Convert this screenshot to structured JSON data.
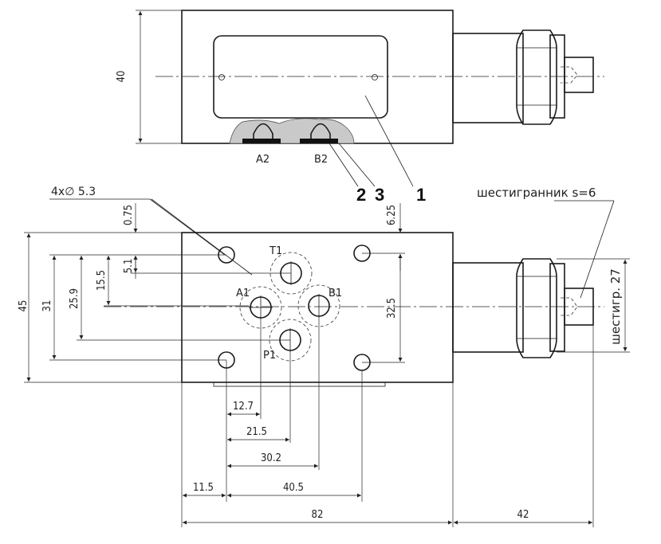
{
  "callouts": {
    "c1": "1",
    "c2": "2",
    "c3": "3"
  },
  "ports": {
    "a2": "A2",
    "b2": "B2",
    "a1": "A1",
    "b1": "B1",
    "t1": "T1",
    "p1": "P1"
  },
  "notes": {
    "holes": "4x∅ 5.3",
    "hex_s": "шестигранник s=6",
    "hex_27": "шестигр. 27"
  },
  "dims": {
    "h40": "40",
    "h45": "45",
    "h31": "31",
    "h25_9": "25.9",
    "h15_5": "15.5",
    "h5_1": "5.1",
    "h0_75": "0.75",
    "h6_25": "6.25",
    "h32_5": "32.5",
    "w12_7": "12.7",
    "w21_5": "21.5",
    "w30_2": "30.2",
    "w11_5": "11.5",
    "w40_5": "40.5",
    "w82": "82",
    "w42": "42"
  }
}
